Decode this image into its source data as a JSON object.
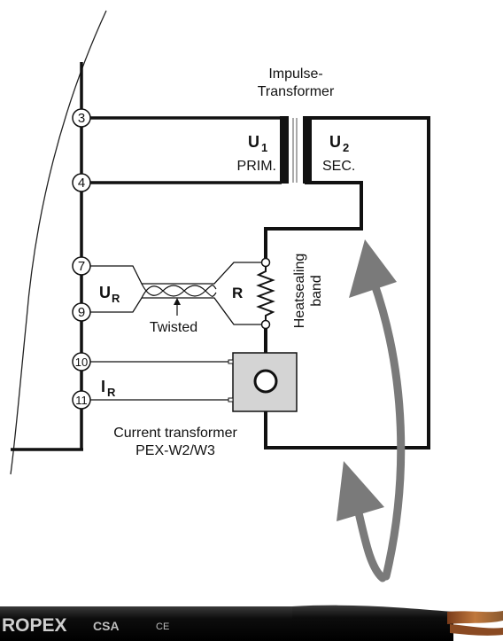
{
  "terminals": [
    "3",
    "4",
    "7",
    "9",
    "10",
    "11"
  ],
  "transformer": {
    "title_line1": "Impulse-",
    "title_line2": "Transformer",
    "primary_symbol": "U",
    "primary_subscript": "1",
    "primary_label": "PRIM.",
    "secondary_symbol": "U",
    "secondary_subscript": "2",
    "secondary_label": "SEC."
  },
  "measurement": {
    "voltage_symbol": "U",
    "voltage_subscript": "R",
    "resistor_label": "R",
    "twisted_label": "Twisted",
    "current_symbol": "I",
    "current_subscript": "R"
  },
  "band": {
    "label_line1": "Heatsealing",
    "label_line2": "band"
  },
  "current_transformer": {
    "label_line1": "Current transformer",
    "label_line2": "PEX-W2/W3"
  },
  "cable": {
    "brand": "ROPEX",
    "marking": "CSA",
    "ce_mark": "CE"
  }
}
